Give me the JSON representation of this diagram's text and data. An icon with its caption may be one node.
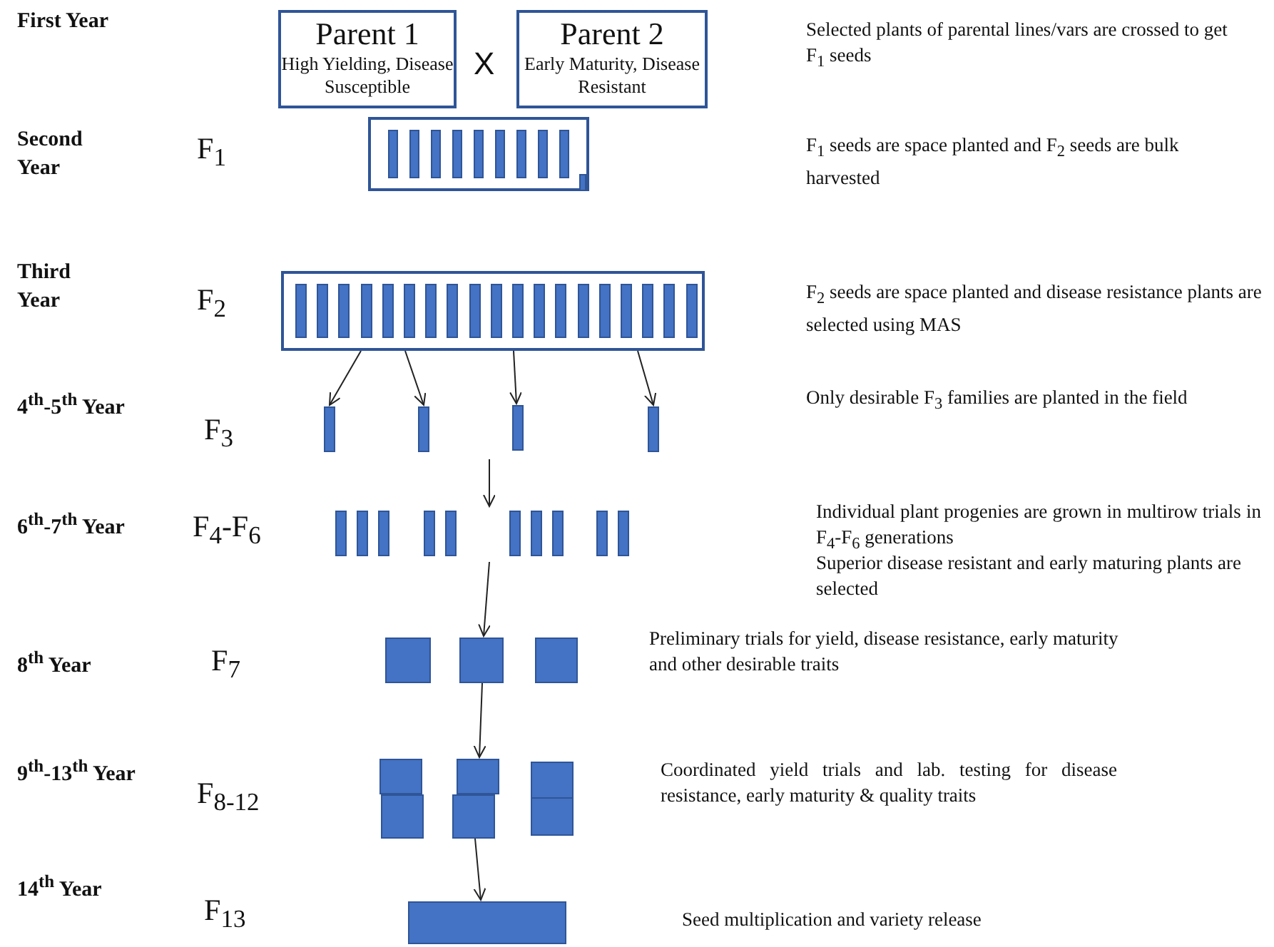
{
  "diagram": {
    "nodes": [
      {
        "text": [
          "Parent 1",
          "High Yielding, Disease Susceptible"
        ]
      },
      {
        "text": [
          "Parent 2",
          "Early Maturity, Disease Resistant"
        ]
      },
      {
        "text": [],
        "shape": "box"
      },
      {
        "text": [],
        "shape": "box"
      },
      {
        "text": [],
        "shape": "bar"
      },
      {
        "text": [],
        "shape": "bar"
      },
      {
        "text": [],
        "shape": "bar"
      },
      {
        "text": [],
        "shape": "bar"
      },
      {
        "text": [],
        "shape": "bar"
      },
      {
        "text": [],
        "shape": "bar"
      },
      {
        "text": [],
        "shape": "bar"
      },
      {
        "text": [],
        "shape": "bar"
      },
      {
        "text": [],
        "shape": "bar"
      },
      {
        "text": [],
        "shape": "bar"
      },
      {
        "text": [],
        "shape": "bar"
      },
      {
        "text": [],
        "shape": "bar"
      },
      {
        "text": [],
        "shape": "bar"
      },
      {
        "text": [],
        "shape": "bar"
      },
      {
        "text": [],
        "shape": "box"
      },
      {
        "text": [],
        "shape": "box"
      },
      {
        "text": [],
        "shape": "box"
      },
      {
        "text": [],
        "shape": "box"
      },
      {
        "text": [],
        "shape": "box"
      },
      {
        "text": [],
        "shape": "box"
      },
      {
        "text": [],
        "shape": "box"
      },
      {
        "text": [],
        "shape": "box"
      },
      {
        "text": [],
        "shape": "box"
      },
      {
        "text": [],
        "shape": "box"
      }
    ],
    "edges": [
      {
        "from": 3,
        "to": 4,
        "arrow": "to"
      },
      {
        "from": 3,
        "to": 5,
        "arrow": "to"
      },
      {
        "from": 3,
        "to": 6,
        "arrow": "to"
      },
      {
        "from": 3,
        "to": 7,
        "arrow": "to"
      },
      {
        "from": null,
        "to": 19,
        "arrow": "to"
      },
      {
        "from": 19,
        "to": 23,
        "arrow": "to"
      },
      {
        "from": 24,
        "to": 27,
        "arrow": "to"
      }
    ],
    "labels": [
      "First Year",
      "X",
      "Selected plants of parental lines/vars are crossed to get F$_{1}$ seeds",
      "Second Year",
      "F$_{1}$",
      "F$_{1}$ seeds are space planted and F$_{2}$ seeds are bulk harvested",
      "Third Year",
      "F$_{2}$",
      "F$_{2}$ seeds are space planted and disease resistance plants are selected using MAS",
      "4$^{th}$-5$^{th}$ Year",
      "F$_{3}$",
      "Only desirable F$_{3}$ families are planted in the field",
      "6$^{th}$-7$^{th}$ Year",
      "F$_{4}$-F$_{6}$",
      "Individual plant progenies are grown in multirow trials in F$_{4}$-F$_{6}$ generations",
      "Superior disease resistant and early maturing plants are selected",
      "8$^{th}$ Year",
      "F$_{7}$",
      "Preliminary trials for yield, disease resistance, early maturity and other desirable traits",
      "9$^{th}$-13$^{th}$ Year",
      "F$_{8-12}$",
      "Coordinated yield trials and lab. testing for disease resistance, early maturity & quality traits",
      "14$^{th}$ Year",
      "F$_{13}$",
      "Seed multiplication and variety release"
    ]
  }
}
